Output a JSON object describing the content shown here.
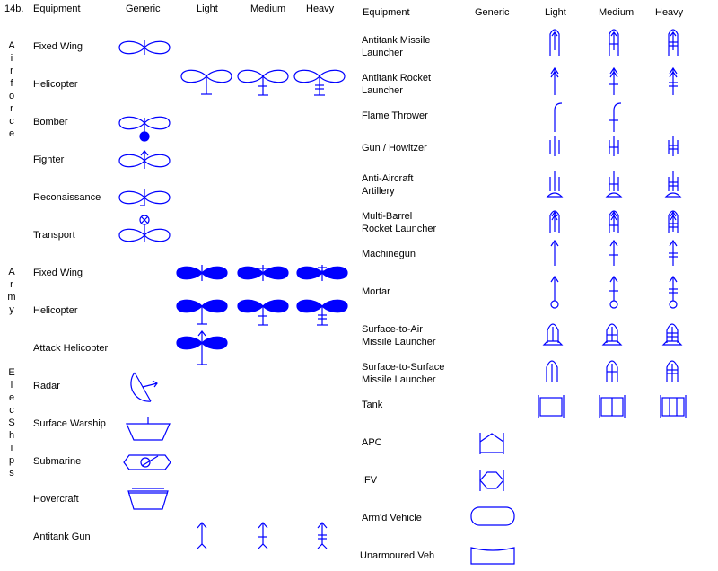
{
  "left": {
    "section_label": "14b.",
    "headers": {
      "equipment": "Equipment",
      "generic": "Generic",
      "light": "Light",
      "medium": "Medium",
      "heavy": "Heavy"
    },
    "groups": [
      {
        "label": "Airforce",
        "items": [
          "Fixed Wing",
          "Helicopter",
          "Bomber",
          "Fighter",
          "Reconaissance",
          "Transport"
        ]
      },
      {
        "label": "Army",
        "items": [
          "Fixed Wing",
          "Helicopter",
          "Attack Helicopter"
        ]
      },
      {
        "label": "Elec",
        "items": [
          "Radar"
        ]
      },
      {
        "label": "Ships",
        "items": [
          "Surface Warship",
          "Submarine",
          "Hovercraft"
        ]
      },
      {
        "label": "",
        "items": [
          "Antitank Gun"
        ]
      }
    ]
  },
  "right": {
    "headers": {
      "equipment": "Equipment",
      "generic": "Generic",
      "light": "Light",
      "medium": "Medium",
      "heavy": "Heavy"
    },
    "items": [
      "Antitank Missile\nLauncher",
      "Antitank Rocket\nLauncher",
      "Flame Thrower",
      "Gun / Howitzer",
      "Anti-Aircraft\nArtillery",
      "Multi-Barrel\nRocket Launcher",
      "Machinegun",
      "Mortar",
      "Surface-to-Air\nMissile Launcher",
      "Surface-to-Surface\nMissile Launcher",
      "Tank",
      "APC",
      "IFV",
      "Arm'd Vehicle",
      "Unarmoured Veh"
    ]
  },
  "colors": {
    "symbol": "#0000ff",
    "text": "#000000",
    "background": "#ffffff"
  }
}
